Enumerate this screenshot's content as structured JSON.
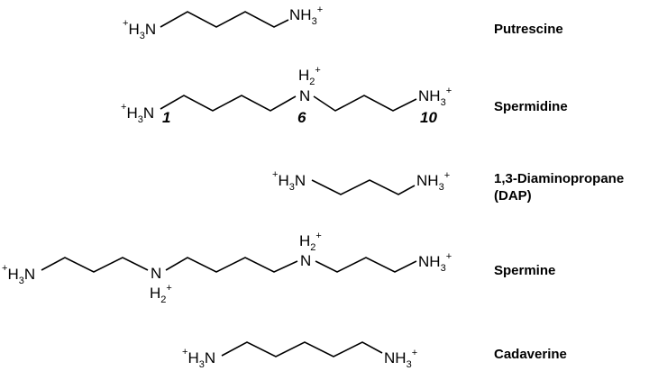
{
  "molecules": [
    {
      "id": "putrescine",
      "name_lines": [
        "Putrescine"
      ],
      "groups": [
        {
          "base": "H",
          "sub": "3",
          "pre": "+",
          "main": "N",
          "sup": "",
          "suffix": ""
        },
        {
          "base": "NH",
          "sub": "3",
          "pre": "",
          "main": "",
          "sup": "+",
          "suffix": ""
        }
      ]
    },
    {
      "id": "spermidine",
      "name_lines": [
        "Spermidine"
      ],
      "groups": [
        {
          "text": "H3N",
          "pre": "+",
          "sub": "3"
        },
        {
          "text": "H2",
          "sup": "+",
          "sub": "2",
          "atom": "N"
        },
        {
          "text": "NH3",
          "sup": "+",
          "sub": "3"
        }
      ],
      "positions": [
        "1",
        "6",
        "10"
      ]
    },
    {
      "id": "dap",
      "name_lines": [
        "1,3-Diaminopropane",
        "(DAP)"
      ]
    },
    {
      "id": "spermine",
      "name_lines": [
        "Spermine"
      ]
    },
    {
      "id": "cadaverine",
      "name_lines": [
        "Cadaverine"
      ]
    }
  ],
  "labels": {
    "charge": "+",
    "H": "H",
    "N": "N",
    "NH": "NH",
    "sub2": "2",
    "sub3": "3"
  }
}
